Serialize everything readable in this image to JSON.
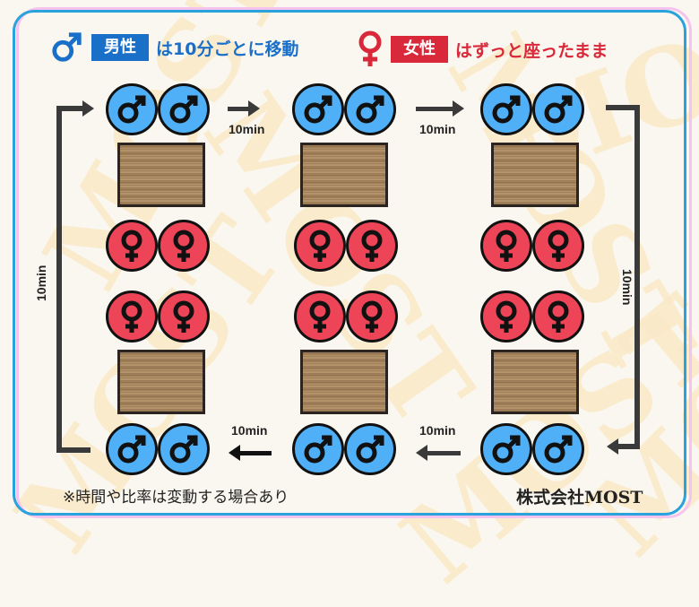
{
  "legend": {
    "male": {
      "symbol": "♂",
      "tag": "男性",
      "text": "は10分ごとに移動",
      "color": "#1a6fc9"
    },
    "female": {
      "symbol": "♀",
      "tag": "女性",
      "text": "はずっと座ったまま",
      "color": "#d9283a"
    }
  },
  "icons": {
    "male": "male-symbol-icon",
    "female": "female-symbol-icon"
  },
  "colors": {
    "male_circle": "#4fb0f7",
    "female_circle": "#ee4458",
    "frame_blue": "#2aa3dc",
    "frame_pink": "#f6c3ee",
    "arrow": "#3a3a3a"
  },
  "rotation": {
    "top_arrow_1": "10min",
    "top_arrow_2": "10min",
    "right_arrow": "10min",
    "bottom_arrow_1": "10min",
    "bottom_arrow_2": "10min",
    "left_arrow": "10min"
  },
  "layout": {
    "columns": 3,
    "rows_per_column": [
      "男性×2",
      "テーブル",
      "女性×2",
      "女性×2",
      "テーブル",
      "男性×2"
    ]
  },
  "footer": {
    "note": "※時間や比率は変動する場合あり",
    "brand": "株式会社MOST"
  },
  "watermark": "MOST"
}
